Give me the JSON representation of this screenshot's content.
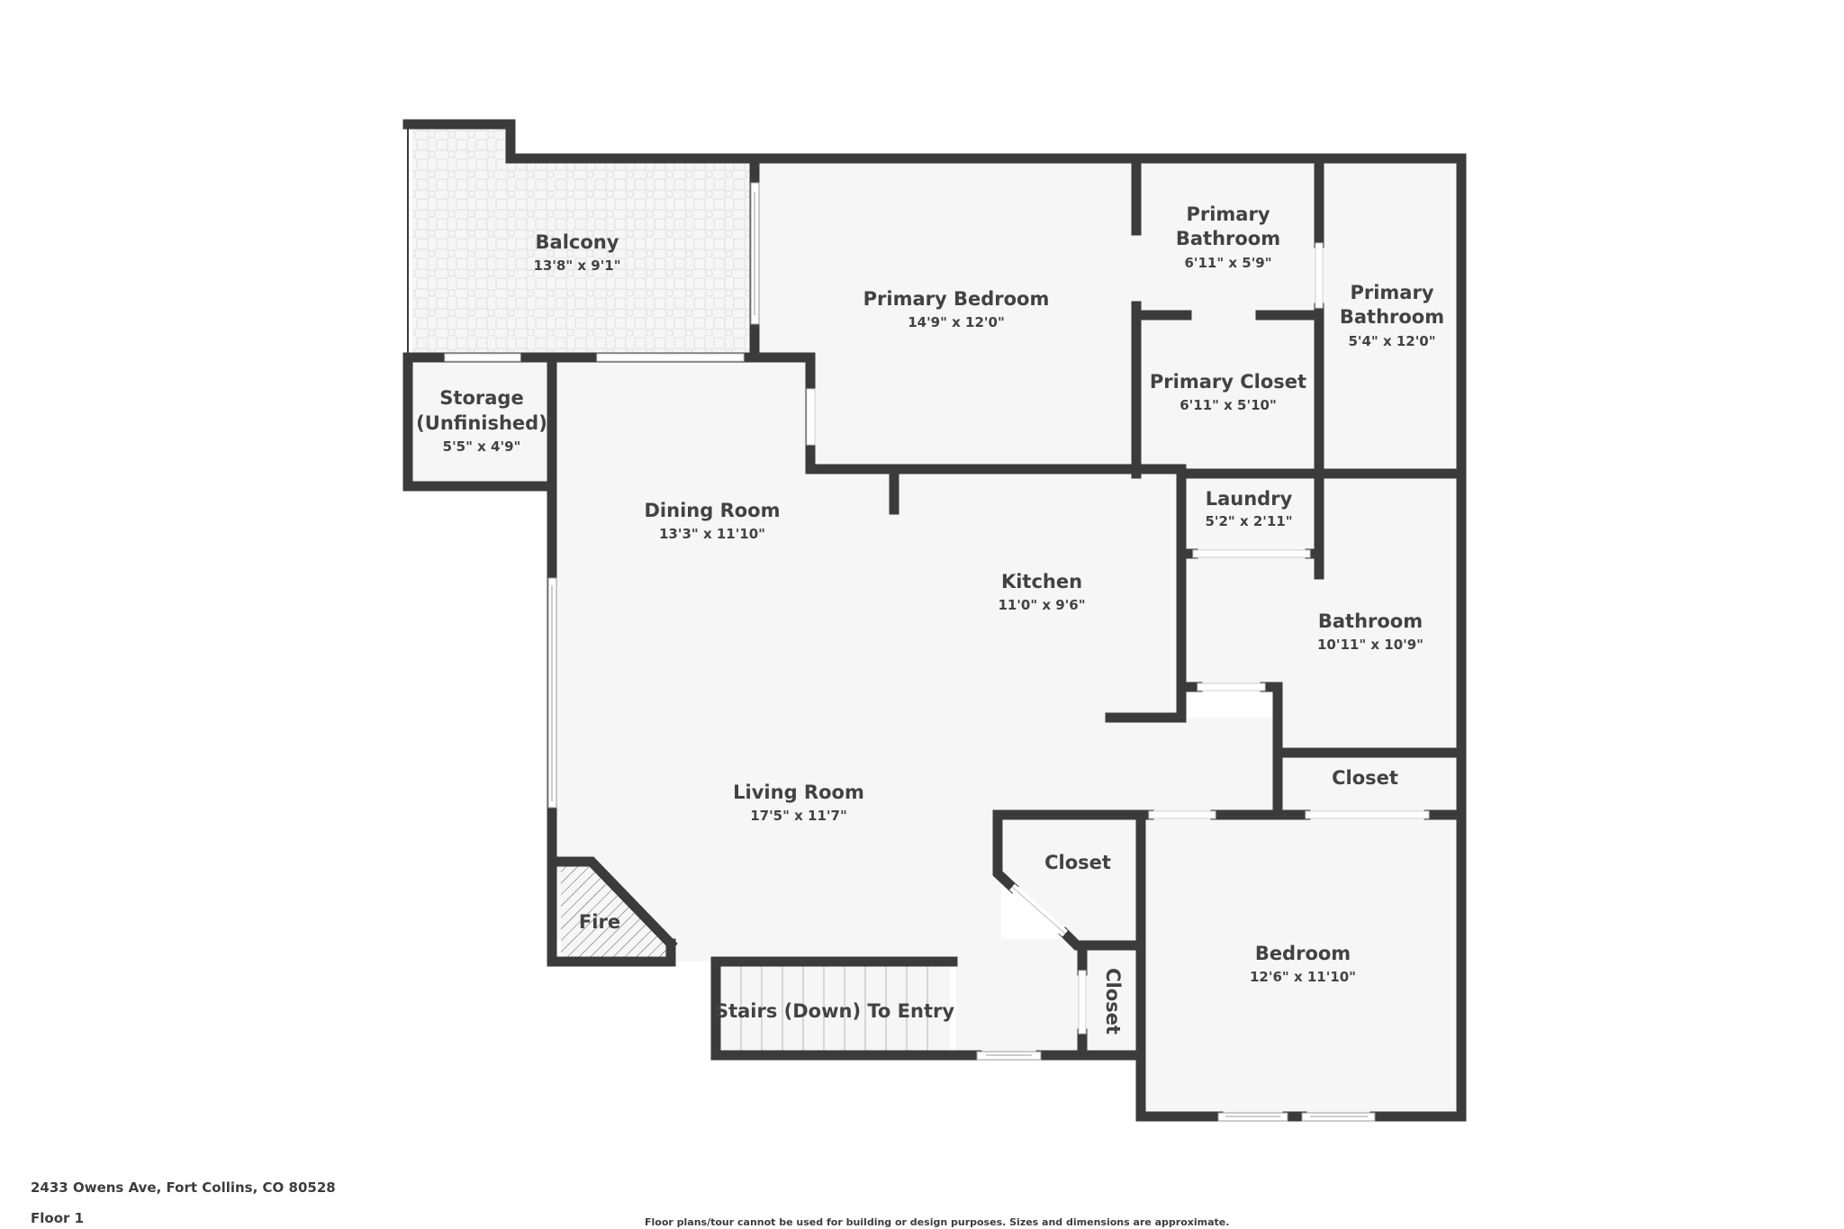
{
  "plan": {
    "floor_label": "Floor 1",
    "address": "2433 Owens Ave, Fort Collins, CO 80528",
    "disclaimer": "Floor plans/tour cannot be used for building or design purposes. Sizes and dimensions are approximate.",
    "colors": {
      "wall": "#3b3b3b",
      "floor": "#f6f6f6",
      "text": "#424242",
      "background": "#ffffff"
    }
  },
  "rooms": {
    "balcony": {
      "name": "Balcony",
      "dims": "13'8\" x 9'1\""
    },
    "primary_bedroom": {
      "name": "Primary Bedroom",
      "dims": "14'9\" x 12'0\""
    },
    "primary_bathroom_1": {
      "name_line1": "Primary",
      "name_line2": "Bathroom",
      "dims": "6'11\" x 5'9\""
    },
    "primary_bathroom_2": {
      "name_line1": "Primary",
      "name_line2": "Bathroom",
      "dims": "5'4\" x 12'0\""
    },
    "primary_closet": {
      "name": "Primary Closet",
      "dims": "6'11\" x 5'10\""
    },
    "storage": {
      "name_line1": "Storage",
      "name_line2": "(Unfinished)",
      "dims": "5'5\" x 4'9\""
    },
    "dining_room": {
      "name": "Dining Room",
      "dims": "13'3\" x 11'10\""
    },
    "kitchen": {
      "name": "Kitchen",
      "dims": "11'0\" x 9'6\""
    },
    "laundry": {
      "name": "Laundry",
      "dims": "5'2\" x 2'11\""
    },
    "bathroom": {
      "name": "Bathroom",
      "dims": "10'11\" x 10'9\""
    },
    "closet_hall": {
      "name": "Closet"
    },
    "living_room": {
      "name": "Living Room",
      "dims": "17'5\" x 11'7\""
    },
    "closet_angled": {
      "name": "Closet"
    },
    "closet_vertical": {
      "name": "Closet"
    },
    "fire": {
      "name": "Fire"
    },
    "stairs": {
      "name": "Stairs (Down) To Entry"
    },
    "bedroom": {
      "name": "Bedroom",
      "dims": "12'6\" x 11'10\""
    }
  }
}
